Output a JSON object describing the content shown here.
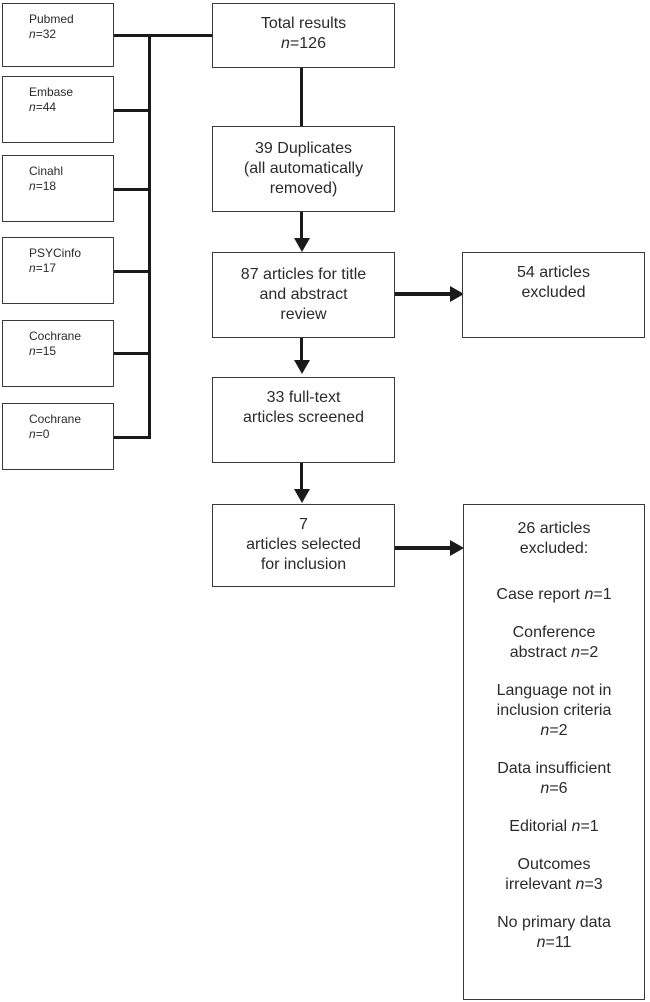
{
  "sources": [
    {
      "name": "Pubmed",
      "count": "=32"
    },
    {
      "name": "Embase",
      "count": "=44"
    },
    {
      "name": "Cinahl",
      "count": "=18"
    },
    {
      "name": "PSYCinfo",
      "count": "=17"
    },
    {
      "name": "Cochrane",
      "count": "=15"
    },
    {
      "name": "Cochrane",
      "count": "=0"
    }
  ],
  "n_symbol": "n",
  "total": {
    "line1": "Total results",
    "count": "=126"
  },
  "duplicates": {
    "line1": "39 Duplicates",
    "line2": "(all automatically",
    "line3": "removed)"
  },
  "title_review": {
    "line1": "87 articles for title",
    "line2": "and abstract",
    "line3": "review"
  },
  "excluded_first": {
    "line1": "54 articles",
    "line2": "excluded"
  },
  "fulltext": {
    "line1": "33 full-text",
    "line2": "articles screened"
  },
  "selected": {
    "line1": "7",
    "line2": "articles selected",
    "line3": "for inclusion"
  },
  "excluded_second": {
    "header1": "26 articles",
    "header2": "excluded:",
    "reasons": [
      {
        "text1": "Case report ",
        "count": "=1"
      },
      {
        "text1": "Conference",
        "text2": "abstract ",
        "count": "=2"
      },
      {
        "text1": "Language not in",
        "text2": "inclusion criteria",
        "count": "=2"
      },
      {
        "text1": "Data insufficient",
        "count": "=6"
      },
      {
        "text1": "Editorial ",
        "count": "=1"
      },
      {
        "text1": "Outcomes",
        "text2": "irrelevant ",
        "count": "=3"
      },
      {
        "text1": "No primary data",
        "count": "=11"
      }
    ]
  }
}
